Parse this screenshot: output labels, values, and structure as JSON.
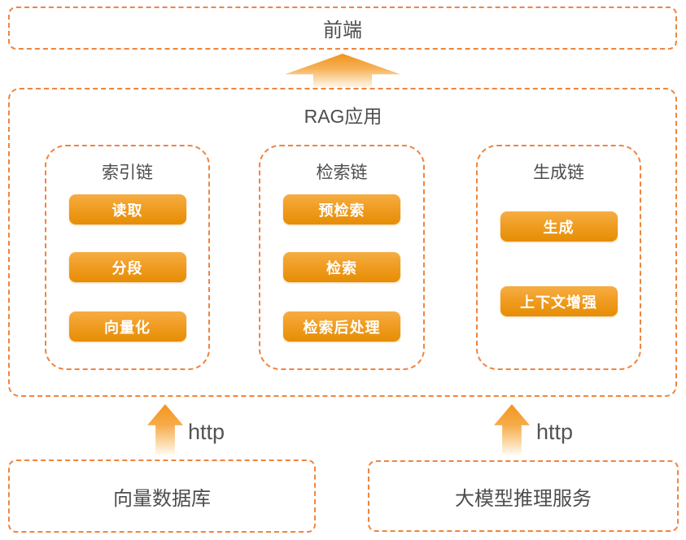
{
  "diagram": {
    "frontend": {
      "label": "前端"
    },
    "rag_app": {
      "title": "RAG应用",
      "columns": [
        {
          "title": "索引链",
          "buttons": [
            "读取",
            "分段",
            "向量化"
          ]
        },
        {
          "title": "检索链",
          "buttons": [
            "预检索",
            "检索",
            "检索后处理"
          ]
        },
        {
          "title": "生成链",
          "buttons": [
            "生成",
            "上下文增强"
          ]
        }
      ]
    },
    "connections": {
      "frontend_arrow": "up-arrow",
      "http_label_left": "http",
      "http_label_right": "http"
    },
    "services": {
      "vector_db": {
        "label": "向量数据库"
      },
      "llm_inference": {
        "label": "大模型推理服务"
      }
    },
    "colors": {
      "dashed_border": "#f0843f",
      "button_gradient_top": "#f6ad43",
      "button_gradient_bottom": "#e68d04",
      "arrow_orange": "#f3941c",
      "heading_text": "#4d4d4d",
      "button_text": "#ffffff"
    }
  }
}
